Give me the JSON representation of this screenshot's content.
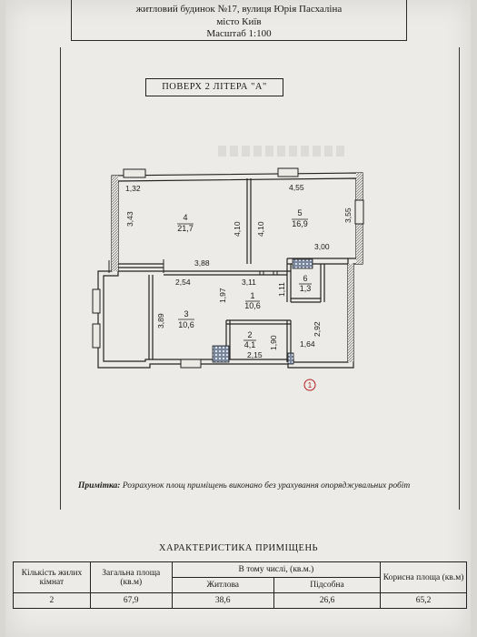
{
  "header": {
    "line1": "житловий будинок №17, вулиця Юрія Пасхаліна",
    "line2": "місто Київ",
    "line3": "Масштаб 1:100"
  },
  "floor_title": "ПОВЕРХ 2 ЛІТЕРА \"А\"",
  "plan": {
    "dims": {
      "d132": "1,32",
      "d455": "4,55",
      "d343": "3,43",
      "d410a": "4,10",
      "d410b": "4,10",
      "d355": "3,55",
      "d300": "3,00",
      "d388": "3,88",
      "d254": "2,54",
      "d311": "3,11",
      "d197": "1,97",
      "d111": "1,11",
      "d389": "3,89",
      "d190": "1,90",
      "d164": "1,64",
      "d292": "2,92",
      "d215": "2,15"
    },
    "rooms": [
      {
        "num": "4",
        "area": "21,7"
      },
      {
        "num": "5",
        "area": "16,9"
      },
      {
        "num": "6",
        "area": "1,3"
      },
      {
        "num": "1",
        "area": "10,6"
      },
      {
        "num": "3",
        "area": "10,6"
      },
      {
        "num": "2",
        "area": "4,1"
      }
    ],
    "entry_mark": "1"
  },
  "note": {
    "label": "Примітка:",
    "text": " Розрахунок площ приміщень виконано без урахування опоряджувальних робіт"
  },
  "characteristics": {
    "title": "ХАРАКТЕРИСТИКА ПРИМІЩЕНЬ",
    "headers": {
      "rooms_count": "Кількість жилих кімнат",
      "total_area": "Загальна площа (кв.м)",
      "including": "В тому числі, (кв.м.)",
      "living": "Житлова",
      "auxiliary": "Підсобна",
      "useful": "Корисна площа (кв.м)"
    },
    "values": {
      "rooms_count": "2",
      "total_area": "67,9",
      "living": "38,6",
      "auxiliary": "26,6",
      "useful": "65,2"
    }
  }
}
